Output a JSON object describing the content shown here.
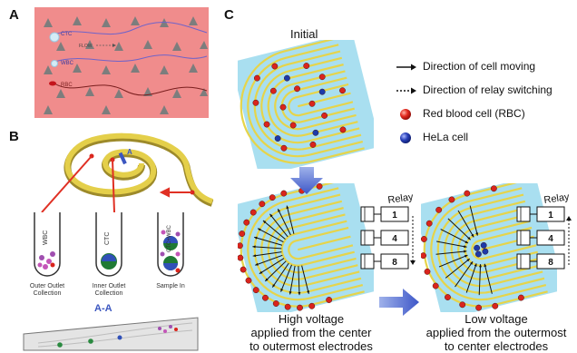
{
  "panels": {
    "a": "A",
    "b": "B",
    "c": "C"
  },
  "panel_a": {
    "ctc": "CTC",
    "flow": "FLOW",
    "wbc": "WBC",
    "rbc": "RBC"
  },
  "panel_b": {
    "section_marker": "A",
    "tube_outer": {
      "label": "WBC",
      "caption_line1": "Outer Outlet",
      "caption_line2": "Collection"
    },
    "tube_inner": {
      "label": "CTC",
      "caption_line1": "Inner Outlet",
      "caption_line2": "Collection"
    },
    "tube_sample": {
      "label": "CTC+WBC",
      "caption_line1": "Sample In"
    },
    "cross_section_label": "A-A"
  },
  "panel_c": {
    "initial_label": "Initial",
    "legend": [
      {
        "symbol": "arrow-solid",
        "label": "Direction of cell moving"
      },
      {
        "symbol": "arrow-dashed",
        "label": "Direction of relay switching"
      },
      {
        "symbol": "red-dot",
        "label": "Red blood cell (RBC)"
      },
      {
        "symbol": "blue-dot",
        "label": "HeLa cell"
      }
    ],
    "relay_title": "Relay",
    "relay_numbers": [
      "1",
      "4",
      "8"
    ],
    "caption_left": {
      "line1": "High voltage",
      "line2": "applied from the center",
      "line3": "to outermost electrodes"
    },
    "caption_right": {
      "line1": "Low voltage",
      "line2": "applied from the outermost",
      "line3": "to center electrodes"
    }
  },
  "colors": {
    "rbc": "#d9241c",
    "hela": "#1d3aa8",
    "chip_bg": "#a9dff0",
    "electrode": "#e6d44a",
    "panel_a_bg": "#f08c8c",
    "arrow_blue": "#3d57c8"
  }
}
